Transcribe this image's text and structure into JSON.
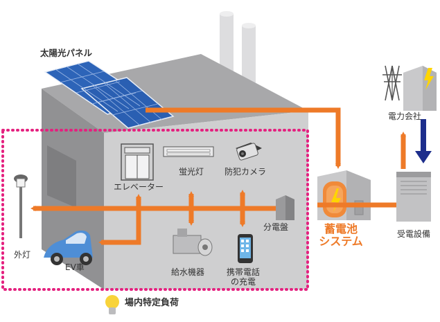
{
  "labels": {
    "solar_panel": "太陽光パネル",
    "power_company": "電力会社",
    "elevator": "エレベーター",
    "fluorescent": "蛍光灯",
    "camera": "防犯カメラ",
    "distribution_board": "分電盤",
    "battery_line1": "蓄電池",
    "battery_line2": "システム",
    "receiving_equipment": "受電設備",
    "outdoor_light": "外灯",
    "ev": "EV車",
    "water_supply": "給水機器",
    "phone_line1": "携帯電話",
    "phone_line2": "の充電",
    "legend": "場内特定負荷"
  },
  "colors": {
    "orange_arrow": "#ee7a28",
    "navy_arrow": "#1d2e8c",
    "dotted_border": "#e4217f",
    "building_front": "#cfcfd0",
    "building_roof": "#a8a8aa",
    "building_left": "#919193",
    "bulb_yellow": "#f8d33a",
    "lightning_yellow": "#ffd500"
  },
  "icons": {
    "solar": "solar-panel-icon",
    "tower": "power-tower-icon",
    "elevator": "elevator-icon",
    "lamp": "fluorescent-lamp-icon",
    "camera": "security-camera-icon",
    "board": "distribution-board-icon",
    "battery": "battery-system-icon",
    "cabinet": "receiving-equipment-icon",
    "streetlight": "streetlight-icon",
    "car": "ev-car-icon",
    "pump": "water-pump-icon",
    "phone": "smartphone-icon",
    "bulb": "lightbulb-icon"
  }
}
